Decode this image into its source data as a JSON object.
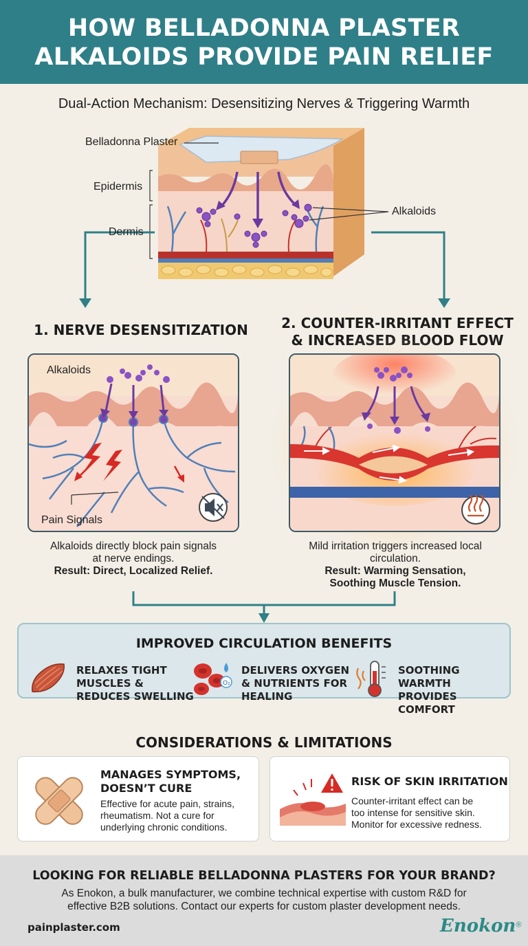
{
  "header": {
    "title_line1": "HOW BELLADONNA PLASTER",
    "title_line2": "ALKALOIDS PROVIDE PAIN RELIEF",
    "subtitle": "Dual-Action Mechanism: Desensitizing Nerves & Triggering Warmth"
  },
  "diagram": {
    "label_plaster": "Belladonna Plaster",
    "label_epidermis": "Epidermis",
    "label_dermis": "Dermis",
    "label_alkaloids": "Alkaloids"
  },
  "section1": {
    "title": "1. NERVE DESENSITIZATION",
    "label_alkaloids": "Alkaloids",
    "label_pain": "Pain Signals",
    "caption_line1": "Alkaloids directly block pain signals",
    "caption_line2": "at nerve endings.",
    "result": "Result: Direct, Localized Relief.",
    "icon": "mute-icon"
  },
  "section2": {
    "title_line1": "2. COUNTER-IRRITANT EFFECT",
    "title_line2": "& INCREASED BLOOD FLOW",
    "caption_line1": "Mild irritation triggers increased local",
    "caption_line2": "circulation.",
    "result_line1": "Result: Warming Sensation,",
    "result_line2": "Soothing Muscle Tension.",
    "icon": "heat-icon"
  },
  "benefits": {
    "title": "IMPROVED CIRCULATION BENEFITS",
    "items": [
      {
        "line1": "RELAXES TIGHT",
        "line2": "MUSCLES &",
        "line3": "REDUCES SWELLING",
        "icon": "muscle-icon"
      },
      {
        "line1": "DELIVERS OXYGEN",
        "line2": "& NUTRIENTS FOR",
        "line3": "HEALING",
        "icon": "blood-cells-icon"
      },
      {
        "line1": "SOOTHING WARMTH",
        "line2": "PROVIDES",
        "line3": "COMFORT",
        "icon": "thermometer-icon"
      }
    ]
  },
  "considerations": {
    "title": "CONSIDERATIONS & LIMITATIONS",
    "card1": {
      "title_line1": "MANAGES SYMPTOMS,",
      "title_line2": "DOESN’T CURE",
      "body_line1": "Effective for acute pain, strains,",
      "body_line2": "rheumatism. Not a cure for",
      "body_line3": "underlying chronic conditions."
    },
    "card2": {
      "title": "RISK OF SKIN IRRITATION",
      "body_line1": "Counter-irritant effect can be",
      "body_line2": "too intense for sensitive skin.",
      "body_line3": "Monitor for excessive redness."
    }
  },
  "footer": {
    "title": "LOOKING FOR RELIABLE BELLADONNA PLASTERS FOR YOUR BRAND?",
    "body_line1": "As Enokon, a bulk manufacturer, we combine technical expertise with custom R&D for",
    "body_line2": "effective B2B solutions. Contact our experts for custom plaster development needs.",
    "website": "painplaster.com",
    "brand": "Enokon",
    "brand_mark": "®"
  },
  "colors": {
    "teal": "#2f7f88",
    "nerve_blue": "#4f7fb8",
    "alkaloid_purple": "#7b45b0",
    "pain_red": "#d62a24",
    "artery_red": "#c9302c"
  }
}
